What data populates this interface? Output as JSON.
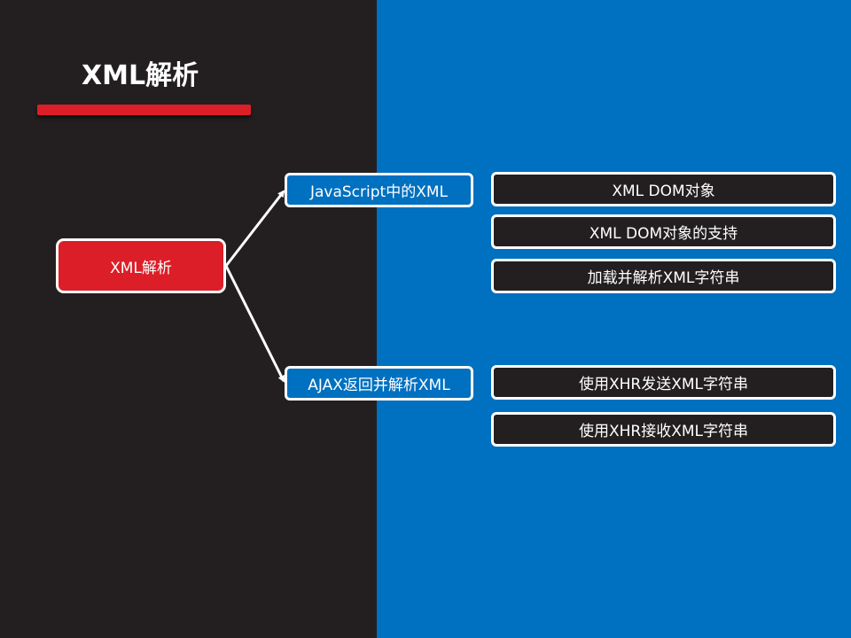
{
  "slide": {
    "title": "XML解析",
    "colors": {
      "left_background": "#231f20",
      "right_background": "#0070c0",
      "accent_red": "#dc1e28",
      "node_border": "#ffffff"
    }
  },
  "diagram": {
    "root": "XML解析",
    "branches": [
      {
        "label": "JavaScript中的XML",
        "children": [
          "XML DOM对象",
          "XML DOM对象的支持",
          "加载并解析XML字符串"
        ]
      },
      {
        "label": "AJAX返回并解析XML",
        "children": [
          "使用XHR发送XML字符串",
          "使用XHR接收XML字符串"
        ]
      }
    ]
  }
}
